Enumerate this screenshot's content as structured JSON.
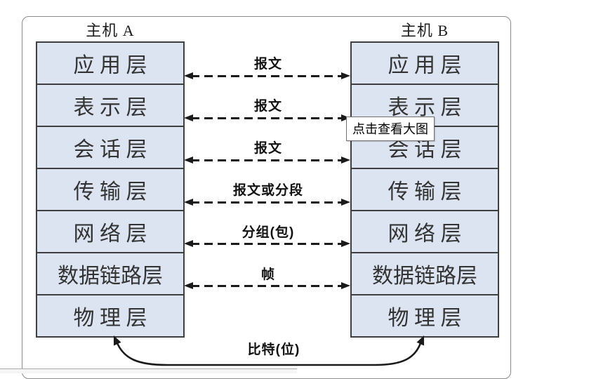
{
  "figure": {
    "tooltip": "点击查看大图",
    "hostA": {
      "title": "主机 A",
      "layers": [
        "应 用 层",
        "表 示 层",
        "会 话 层",
        "传 输 层",
        "网 络 层",
        "数据链路层",
        "物 理 层"
      ]
    },
    "hostB": {
      "title": "主机 B",
      "layers": [
        "应 用 层",
        "表 示 层",
        "会 话 层",
        "传 输 层",
        "网 络 层",
        "数据链路层",
        "物 理 层"
      ]
    },
    "arrows": [
      "报文",
      "报文",
      "报文",
      "报文或分段",
      "分组(包)",
      "帧"
    ],
    "bottom_arrow": {
      "label": "比特(位)"
    },
    "colors": {
      "box_fill": "#dde4f1",
      "box_border": "#3f3f3f",
      "line": "#1a1a1a",
      "frame_border": "#8a8a8a"
    }
  }
}
